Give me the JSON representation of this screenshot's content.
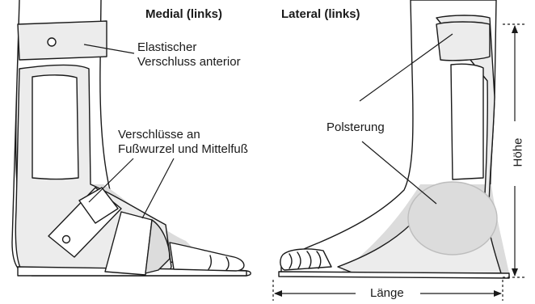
{
  "headings": {
    "medial": "Medial (links)",
    "lateral": "Lateral (links)"
  },
  "labels": {
    "closure_anterior_line1": "Elastischer",
    "closure_anterior_line2": "Verschluss anterior",
    "closures_foot_line1": "Verschlüsse an",
    "closures_foot_line2": "Fußwurzel und Mittelfuß",
    "padding": "Polsterung"
  },
  "dimensions": {
    "height": "Höhe",
    "length": "Länge"
  },
  "colors": {
    "outline": "#1a1a1a",
    "brace_fill": "#ececec",
    "shadow_fill": "#dcdcdc",
    "background": "#ffffff"
  }
}
